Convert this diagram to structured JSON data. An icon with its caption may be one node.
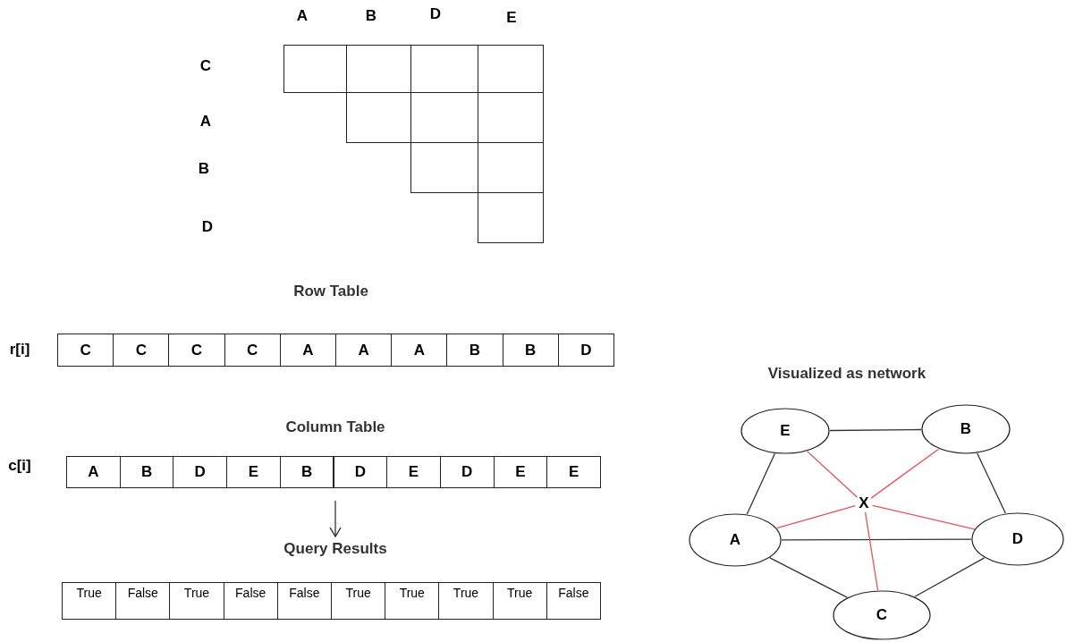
{
  "diagram": {
    "nodes": [
      {
        "text": [
          "E"
        ]
      },
      {
        "text": [
          "B"
        ]
      },
      {
        "text": [
          "X"
        ]
      },
      {
        "text": [
          "A"
        ]
      },
      {
        "text": [
          "D"
        ]
      },
      {
        "text": [
          "C"
        ]
      },
      {
        "text": [
          "Query Results"
        ]
      }
    ],
    "edges": [
      {
        "from": 0,
        "to": 1,
        "arrow": "none"
      },
      {
        "from": 0,
        "to": 3,
        "arrow": "none"
      },
      {
        "from": 1,
        "to": 4,
        "arrow": "none"
      },
      {
        "from": 3,
        "to": 4,
        "arrow": "none"
      },
      {
        "from": 3,
        "to": 5,
        "arrow": "none"
      },
      {
        "from": 5,
        "to": 4,
        "arrow": "none"
      },
      {
        "from": 2,
        "to": 0,
        "arrow": "none",
        "color": "#e8505b"
      },
      {
        "from": 2,
        "to": 1,
        "arrow": "none",
        "color": "#e8505b"
      },
      {
        "from": 2,
        "to": 3,
        "arrow": "none",
        "color": "#e8505b"
      },
      {
        "from": 2,
        "to": 4,
        "arrow": "none",
        "color": "#e8505b"
      },
      {
        "from": 2,
        "to": 5,
        "arrow": "none",
        "color": "#e8505b"
      },
      {
        "from": null,
        "to": 6,
        "arrow": "to"
      }
    ],
    "labels": [
      "A",
      "B",
      "D",
      "E",
      "C",
      "A",
      "B",
      "D",
      "Row Table",
      "r[i]",
      "C",
      "C",
      "C",
      "C",
      "A",
      "A",
      "A",
      "B",
      "B",
      "D",
      "Visualized as network",
      "Column Table",
      "c[i]",
      "A",
      "B",
      "D",
      "E",
      "B",
      "D",
      "E",
      "D",
      "E",
      "E",
      "True",
      "False",
      "True",
      "False",
      "False",
      "True",
      "True",
      "True",
      "True",
      "False"
    ]
  }
}
